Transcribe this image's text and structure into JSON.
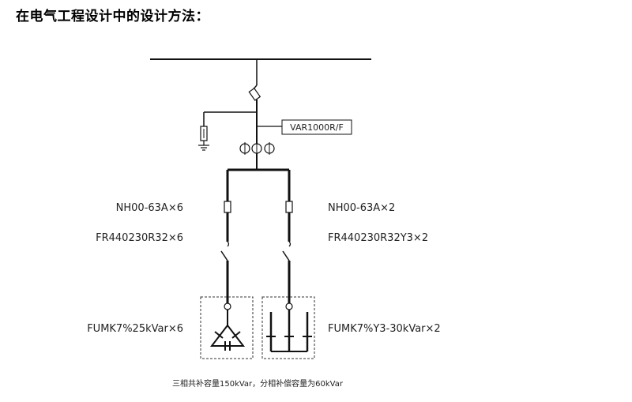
{
  "heading": "在电气工程设计中的设计方法：",
  "diagram": {
    "meter_label": "VAR1000R/F",
    "left_branch": {
      "fuse": "NH00-63A×6",
      "switch": "FR440230R32×6",
      "capacitor": "FUMK7%25kVar×6"
    },
    "right_branch": {
      "fuse": "NH00-63A×2",
      "switch": "FR440230R32Y3×2",
      "capacitor": "FUMK7%Y3-30kVar×2"
    },
    "note": "三相共补容量150kVar，分相补偿容量为60kVar"
  }
}
